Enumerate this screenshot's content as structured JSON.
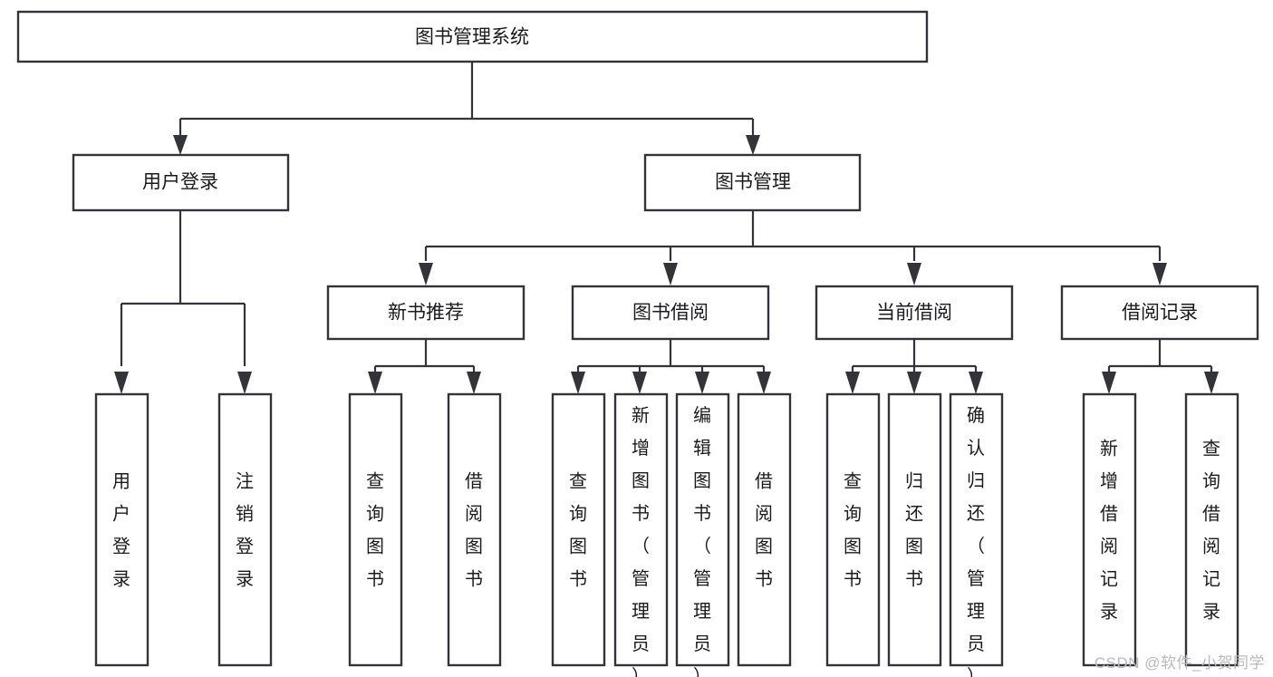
{
  "diagram": {
    "type": "tree",
    "title": "图书管理系统",
    "root": {
      "id": "root",
      "label": "图书管理系统",
      "orientation": "horizontal"
    },
    "level1": [
      {
        "id": "user-login",
        "label": "用户登录",
        "orientation": "horizontal"
      },
      {
        "id": "book-management",
        "label": "图书管理",
        "orientation": "horizontal"
      }
    ],
    "level2": [
      {
        "id": "new-book-recommend",
        "label": "新书推荐",
        "parent": "book-management",
        "orientation": "horizontal"
      },
      {
        "id": "book-borrow",
        "label": "图书借阅",
        "parent": "book-management",
        "orientation": "horizontal"
      },
      {
        "id": "current-borrow",
        "label": "当前借阅",
        "parent": "book-management",
        "orientation": "horizontal"
      },
      {
        "id": "borrow-record",
        "label": "借阅记录",
        "parent": "book-management",
        "orientation": "horizontal"
      }
    ],
    "leaves": [
      {
        "id": "leaf-user-login",
        "label": "用户登录",
        "parent": "user-login",
        "orientation": "vertical"
      },
      {
        "id": "leaf-logout-login",
        "label": "注销登录",
        "parent": "user-login",
        "orientation": "vertical"
      },
      {
        "id": "leaf-query-book-1",
        "label": "查询图书",
        "parent": "new-book-recommend",
        "orientation": "vertical"
      },
      {
        "id": "leaf-borrow-book-1",
        "label": "借阅图书",
        "parent": "new-book-recommend",
        "orientation": "vertical"
      },
      {
        "id": "leaf-query-book-2",
        "label": "查询图书",
        "parent": "book-borrow",
        "orientation": "vertical"
      },
      {
        "id": "leaf-add-book",
        "label": "新增图书（管理员）",
        "parent": "book-borrow",
        "orientation": "vertical"
      },
      {
        "id": "leaf-edit-book",
        "label": "编辑图书（管理员）",
        "parent": "book-borrow",
        "orientation": "vertical"
      },
      {
        "id": "leaf-borrow-book-2",
        "label": "借阅图书",
        "parent": "book-borrow",
        "orientation": "vertical"
      },
      {
        "id": "leaf-query-book-3",
        "label": "查询图书",
        "parent": "current-borrow",
        "orientation": "vertical"
      },
      {
        "id": "leaf-return-book",
        "label": "归还图书",
        "parent": "current-borrow",
        "orientation": "vertical"
      },
      {
        "id": "leaf-confirm-return",
        "label": "确认归还（管理员）",
        "parent": "current-borrow",
        "orientation": "vertical"
      },
      {
        "id": "leaf-add-record",
        "label": "新增借阅记录",
        "parent": "borrow-record",
        "orientation": "vertical"
      },
      {
        "id": "leaf-query-record",
        "label": "查询借阅记录",
        "parent": "borrow-record",
        "orientation": "vertical"
      }
    ],
    "colors": {
      "box_fill": "#ffffff",
      "box_stroke": "#33333a",
      "text": "#1b1b1f",
      "connector": "#33333a",
      "background": "#ffffff",
      "watermark": "#b9b9bd"
    }
  },
  "watermark": {
    "text": "CSDN @软件_小贺同学"
  }
}
